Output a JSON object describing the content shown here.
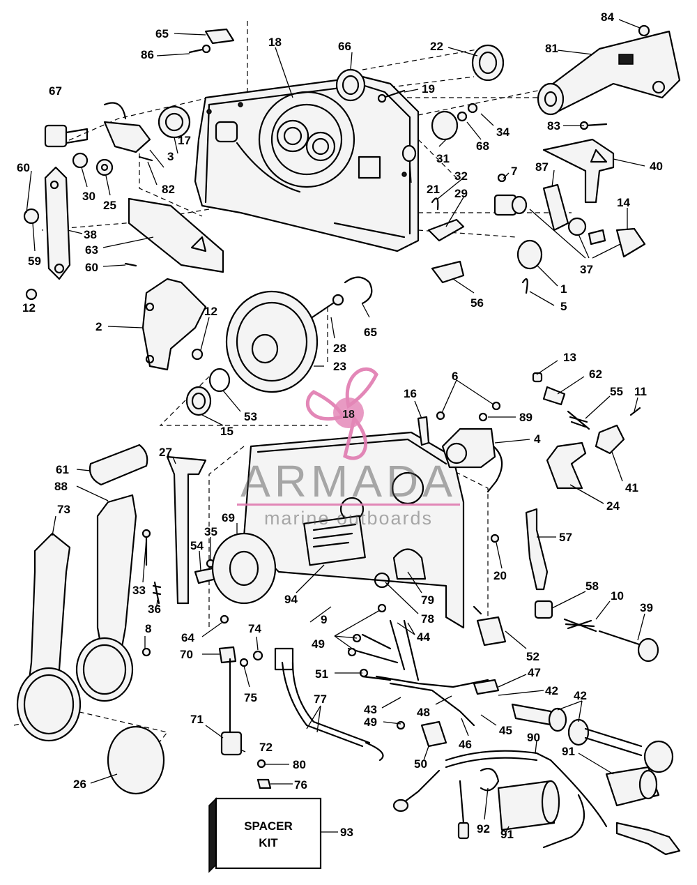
{
  "watermark": {
    "brand": "ARMADA",
    "tagline": "marine outboards",
    "badge": "18",
    "color": "#e07bb0"
  },
  "spacer_kit": {
    "line1": "SPACER",
    "line2": "KIT",
    "callout": "93"
  },
  "callouts": {
    "c65a": "65",
    "c86": "86",
    "c18": "18",
    "c66": "66",
    "c22": "22",
    "c84": "84",
    "c81": "81",
    "c67": "67",
    "c19": "19",
    "c34": "34",
    "c68": "68",
    "c83": "83",
    "c60a": "60",
    "c17": "17",
    "c3": "3",
    "c31": "31",
    "c7": "7",
    "c87": "87",
    "c40": "40",
    "c82": "82",
    "c21": "21",
    "c32": "32",
    "c30": "30",
    "c25": "25",
    "c29": "29",
    "c14": "14",
    "c38": "38",
    "c59": "59",
    "c63": "63",
    "c60b": "60",
    "c37": "37",
    "c1": "1",
    "c5": "5",
    "c56": "56",
    "c65b": "65",
    "c12a": "12",
    "c12b": "12",
    "c2": "2",
    "c28": "28",
    "c23": "23",
    "c13": "13",
    "c62": "62",
    "c6": "6",
    "c16": "16",
    "c55": "55",
    "c11": "11",
    "c89": "89",
    "c53": "53",
    "c15": "15",
    "c4": "4",
    "c61": "61",
    "c27": "27",
    "c88": "88",
    "c41": "41",
    "c24": "24",
    "c73": "73",
    "c69": "69",
    "c35": "35",
    "c57": "57",
    "c54": "54",
    "c20": "20",
    "c33": "33",
    "c36": "36",
    "c94": "94",
    "c79": "79",
    "c58": "58",
    "c10": "10",
    "c78": "78",
    "c39": "39",
    "c9": "9",
    "c8": "8",
    "c64": "64",
    "c74": "74",
    "c49a": "49",
    "c44": "44",
    "c52": "52",
    "c70": "70",
    "c75": "75",
    "c51": "51",
    "c47": "47",
    "c42a": "42",
    "c42b": "42",
    "c43": "43",
    "c48": "48",
    "c49b": "49",
    "c45": "45",
    "c77": "77",
    "c71": "71",
    "c46": "46",
    "c90": "90",
    "c72": "72",
    "c91a": "91",
    "c50": "50",
    "c80": "80",
    "c26": "26",
    "c76": "76",
    "c92": "92",
    "c91b": "91"
  }
}
